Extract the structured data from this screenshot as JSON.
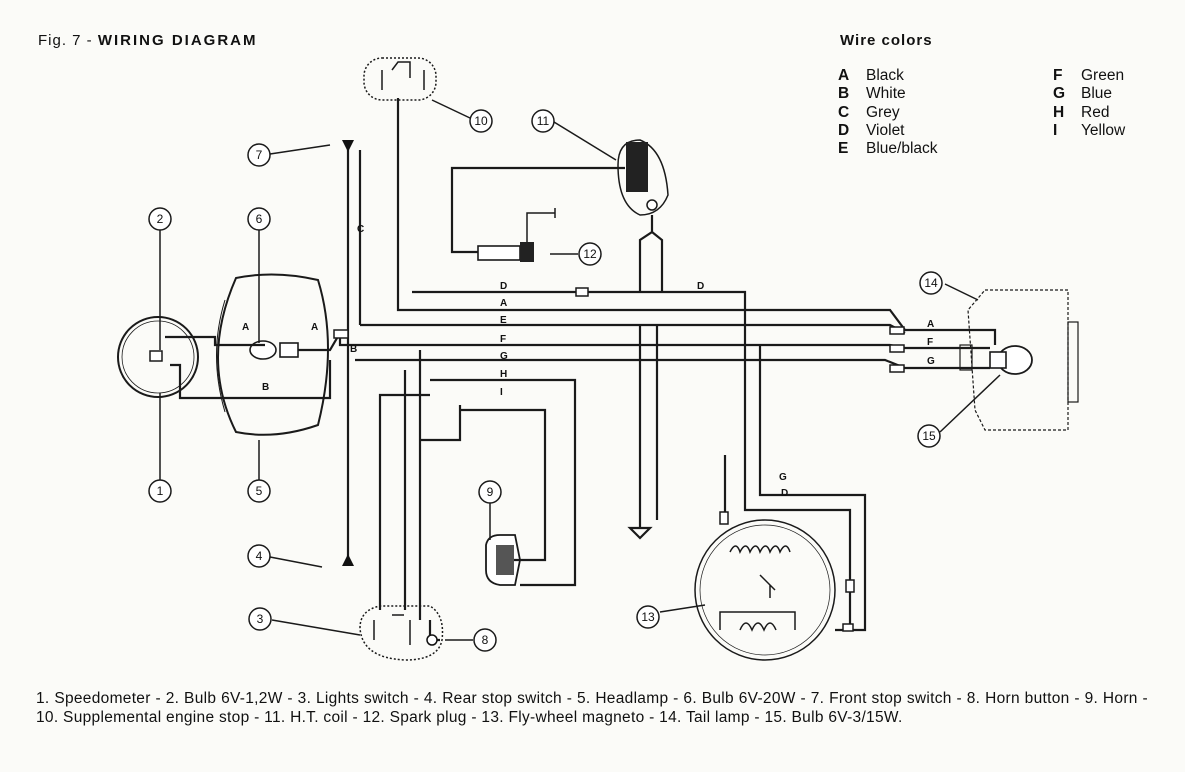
{
  "title": {
    "fig": "Fig. 7 -",
    "name": "WIRING DIAGRAM"
  },
  "legend": {
    "title": "Wire colors",
    "left": [
      {
        "letter": "A",
        "color": "Black"
      },
      {
        "letter": "B",
        "color": "White"
      },
      {
        "letter": "C",
        "color": "Grey"
      },
      {
        "letter": "D",
        "color": "Violet"
      },
      {
        "letter": "E",
        "color": "Blue/black"
      }
    ],
    "right": [
      {
        "letter": "F",
        "color": "Green"
      },
      {
        "letter": "G",
        "color": "Blue"
      },
      {
        "letter": "H",
        "color": "Red"
      },
      {
        "letter": "I",
        "color": "Yellow"
      }
    ]
  },
  "callouts": [
    "1",
    "2",
    "3",
    "4",
    "5",
    "6",
    "7",
    "8",
    "9",
    "10",
    "11",
    "12",
    "13",
    "14",
    "15"
  ],
  "wire_labels": [
    "D",
    "A",
    "E",
    "F",
    "G",
    "H",
    "I",
    "A",
    "B",
    "B",
    "A",
    "F",
    "G",
    "C",
    "A",
    "D",
    "G",
    "D"
  ],
  "caption": "1. Speedometer - 2. Bulb 6V-1,2W - 3. Lights switch - 4. Rear stop switch - 5. Headlamp - 6. Bulb 6V-20W - 7. Front stop switch - 8. Horn button - 9. Horn - 10. Supplemental engine stop - 11. H.T. coil - 12. Spark plug - 13. Fly-wheel magneto - 14. Tail lamp - 15. Bulb 6V-3/15W."
}
